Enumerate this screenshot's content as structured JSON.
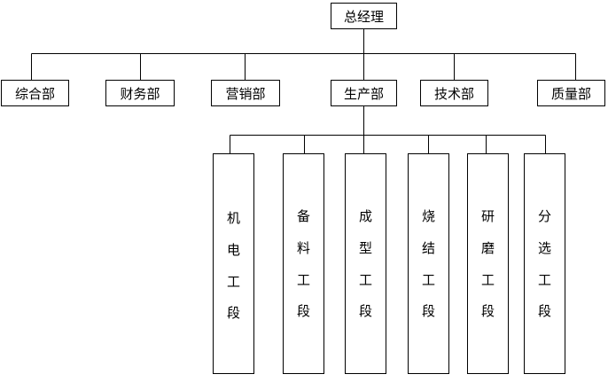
{
  "top": {
    "label": "总经理"
  },
  "departments": [
    {
      "label": "综合部"
    },
    {
      "label": "财务部"
    },
    {
      "label": "营销部"
    },
    {
      "label": "生产部"
    },
    {
      "label": "技术部"
    },
    {
      "label": "质量部"
    }
  ],
  "sections": [
    {
      "chars": [
        "机",
        "电",
        "工",
        "段"
      ]
    },
    {
      "chars": [
        "备",
        "料",
        "工",
        "段"
      ]
    },
    {
      "chars": [
        "成",
        "型",
        "工",
        "段"
      ]
    },
    {
      "chars": [
        "烧",
        "结",
        "工",
        "段"
      ]
    },
    {
      "chars": [
        "研",
        "磨",
        "工",
        "段"
      ]
    },
    {
      "chars": [
        "分",
        "选",
        "工",
        "段"
      ]
    }
  ]
}
